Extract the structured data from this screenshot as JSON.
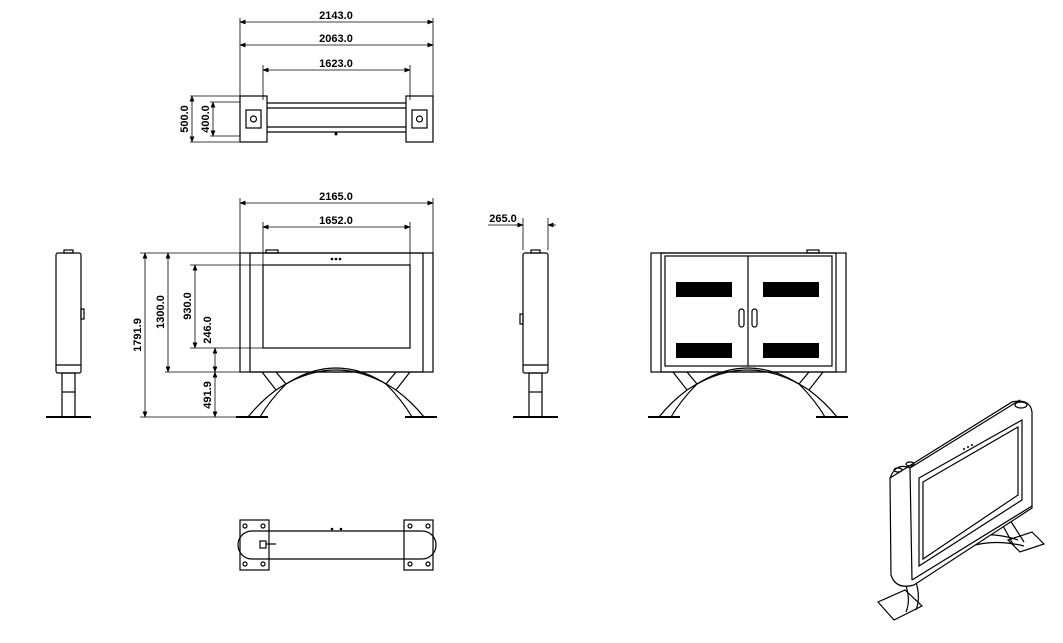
{
  "dimensions": {
    "top_total_width": "2143.0",
    "top_inner_width": "2063.0",
    "top_span": "1623.0",
    "top_depth_outer": "500.0",
    "top_depth_inner": "400.0",
    "front_total_width": "2165.0",
    "front_screen_width": "1652.0",
    "front_total_height": "1791.9",
    "front_body_height": "1300.0",
    "front_screen_height": "930.0",
    "front_bottom_margin": "246.0",
    "front_leg_height": "491.9",
    "side_depth": "265.0"
  },
  "colors": {
    "line": "#000000",
    "background": "#ffffff"
  }
}
